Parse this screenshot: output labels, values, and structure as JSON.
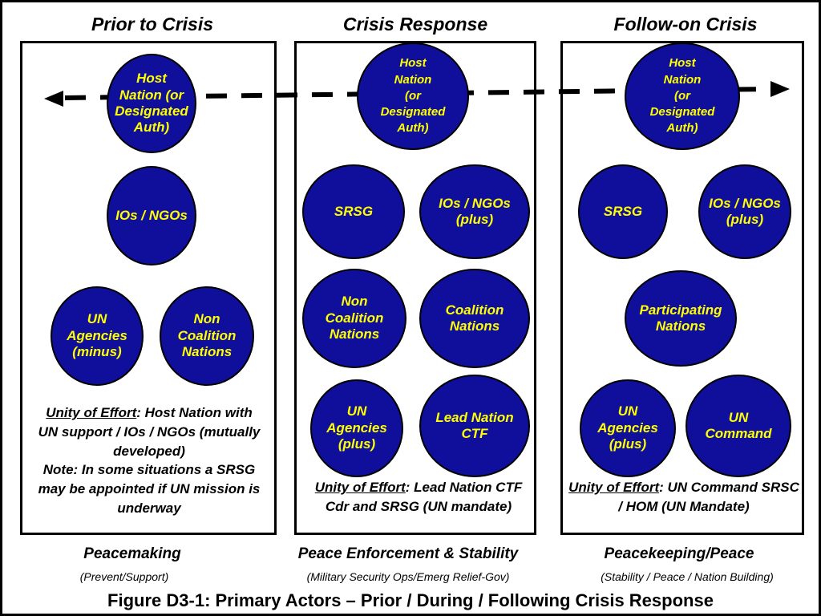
{
  "columns": [
    {
      "title": "Prior to Crisis",
      "phase": "Peacemaking",
      "phase_sub": "(Prevent/Support)",
      "actors": {
        "host": "Host\nNation (or\nDesignated\nAuth)",
        "ios": "IOs / NGOs",
        "un_agencies": "UN\nAgencies\n(minus)",
        "non_coalition": "Non\nCoalition\nNations"
      },
      "unity": {
        "lead": "Unity of Effort",
        "rest": ": Host Nation with UN support / IOs / NGOs (mutually developed)",
        "note": "Note: In some situations a SRSG may be appointed if UN mission is underway"
      }
    },
    {
      "title": "Crisis Response",
      "phase": "Peace Enforcement & Stability",
      "phase_sub": "(Military Security Ops/Emerg Relief-Gov)",
      "actors": {
        "host": "Host\nNation\n(or\nDesignated\nAuth)",
        "srsg": "SRSG",
        "ios": "IOs / NGOs\n(plus)",
        "non_coalition": "Non\nCoalition\nNations",
        "coalition": "Coalition\nNations",
        "un_agencies": "UN\nAgencies\n(plus)",
        "lead_nation": "Lead Nation\nCTF"
      },
      "unity": {
        "lead": "Unity of Effort",
        "rest": ": Lead Nation CTF Cdr and SRSG (UN mandate)"
      }
    },
    {
      "title": "Follow-on Crisis",
      "phase": "Peacekeeping/Peace",
      "phase_sub": "(Stability / Peace / Nation Building)",
      "actors": {
        "host": "Host\nNation\n(or\nDesignated\nAuth)",
        "srsg": "SRSG",
        "ios": "IOs / NGOs\n(plus)",
        "participating": "Participating\nNations",
        "un_agencies": "UN\nAgencies\n(plus)",
        "un_command": "UN\nCommand"
      },
      "unity": {
        "lead": "Unity of Effort",
        "rest": ": UN Command SRSC / HOM (UN Mandate)"
      }
    }
  ],
  "caption": "Figure D3-1: Primary Actors – Prior / During / Following Crisis Response",
  "colors": {
    "circle_fill": "#0f0f9c",
    "circle_text": "#ffff00",
    "line": "#000000"
  }
}
